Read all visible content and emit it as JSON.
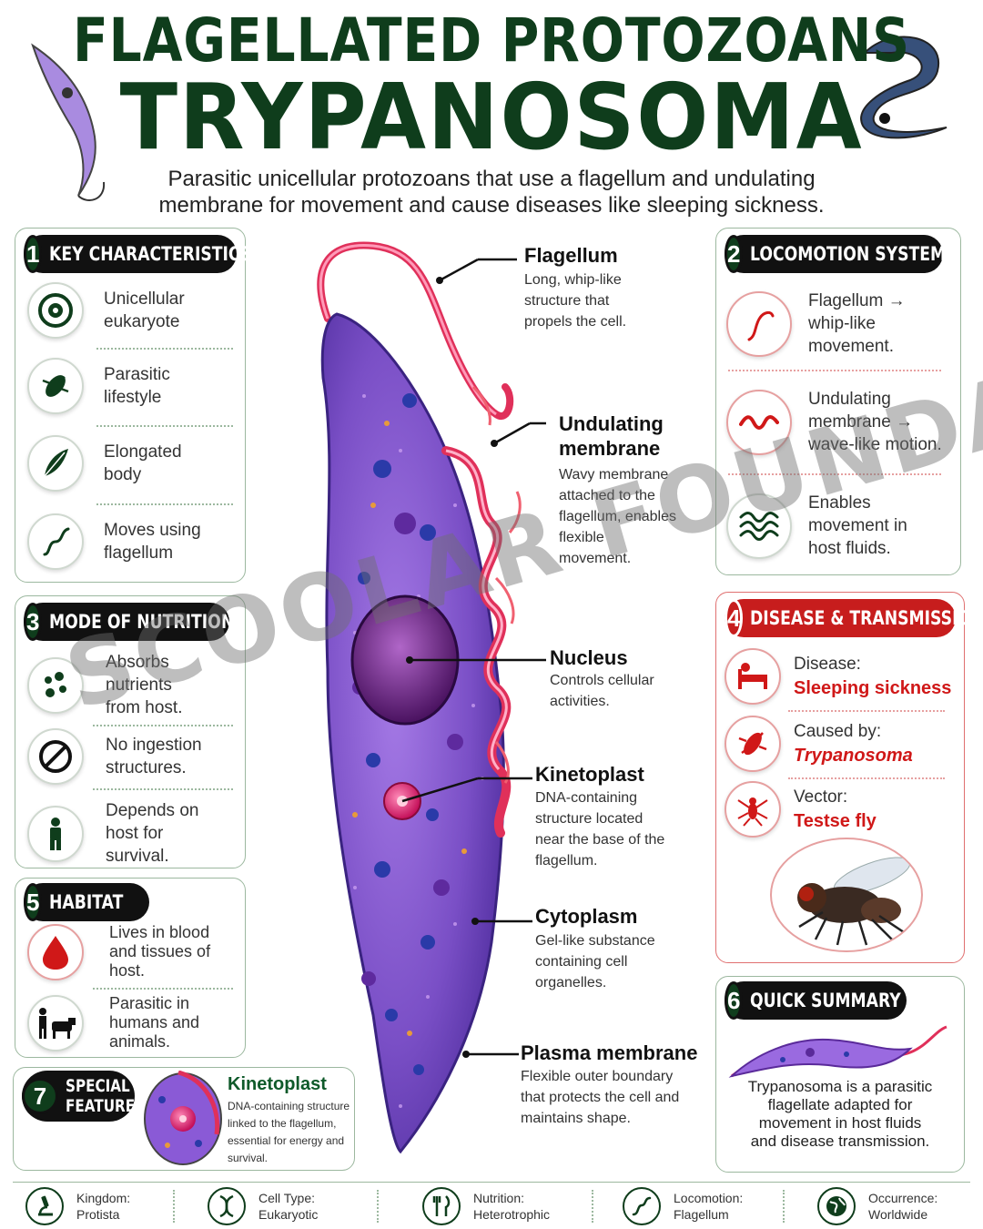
{
  "header": {
    "title_line1": "FLAGELLATED PROTOZOANS",
    "title_line2": "TRYPANOSOMA",
    "subtitle": "Parasitic unicellular protozoans that use a flagellum and undulating membrane for movement and cause diseases like sleeping sickness."
  },
  "sections": {
    "key": {
      "number": "1",
      "title": "KEY CHARACTERISTICS",
      "items": [
        {
          "text": "Unicellular eukaryote",
          "icon": "cell-icon"
        },
        {
          "text": "Parasitic lifestyle",
          "icon": "parasite-icon"
        },
        {
          "text": "Elongated body",
          "icon": "leaf-shape-icon"
        },
        {
          "text": "Moves using flagellum",
          "icon": "wave-icon"
        }
      ]
    },
    "locomotion": {
      "number": "2",
      "title": "LOCOMOTION SYSTEM",
      "items": [
        {
          "text": "Flagellum → whip-like movement.",
          "icon": "whip-icon"
        },
        {
          "text": "Undulating membrane → wave-like motion.",
          "icon": "wavy-line-icon"
        },
        {
          "text": "Enables movement in host fluids.",
          "icon": "fluid-waves-icon"
        }
      ]
    },
    "nutrition": {
      "number": "3",
      "title": "MODE OF NUTRITION",
      "items": [
        {
          "text": "Absorbs nutrients from host.",
          "icon": "nutrient-dots-icon"
        },
        {
          "text": "No ingestion structures.",
          "icon": "no-sign-icon"
        },
        {
          "text": "Depends on host for survival.",
          "icon": "person-icon"
        }
      ]
    },
    "disease": {
      "number": "4",
      "title": "DISEASE & TRANSMISSION",
      "items": [
        {
          "label": "Disease:",
          "value": "Sleeping sickness",
          "icon": "patient-bed-icon"
        },
        {
          "label": "Caused by:",
          "value": "Trypanosoma",
          "icon": "pathogen-icon"
        },
        {
          "label": "Vector:",
          "value": "Testse fly",
          "icon": "mosquito-icon"
        }
      ]
    },
    "habitat": {
      "number": "5",
      "title": "HABITAT",
      "items": [
        {
          "text": "Lives in blood and tissues of host.",
          "icon": "blood-drop-icon"
        },
        {
          "text": "Parasitic in humans and animals.",
          "icon": "human-cow-icon"
        }
      ]
    },
    "summary": {
      "number": "6",
      "title": "QUICK SUMMARY",
      "text": "Trypanosoma is a parasitic flagellate adapted for movement in host fluids and disease transmission."
    },
    "special": {
      "number": "7",
      "title_line1": "SPECIAL",
      "title_line2": "FEATURE",
      "feature_title": "Kinetoplast",
      "feature_desc": "DNA-containing structure linked to the flagellum, essential for energy and survival."
    }
  },
  "diagram_labels": [
    {
      "title": "Flagellum",
      "desc": "Long, whip-like structure that propels the cell."
    },
    {
      "title": "Undulating membrane",
      "desc": "Wavy membrane attached to the flagellum, enables flexible movement."
    },
    {
      "title": "Nucleus",
      "desc": "Controls cellular activities."
    },
    {
      "title": "Kinetoplast",
      "desc": "DNA-containing structure located near the base of the flagellum."
    },
    {
      "title": "Cytoplasm",
      "desc": "Gel-like substance containing cell organelles."
    },
    {
      "title": "Plasma membrane",
      "desc": "Flexible outer boundary that protects the cell and maintains shape."
    }
  ],
  "footer": [
    {
      "label": "Kingdom:",
      "value": "Protista",
      "icon": "microscope-icon"
    },
    {
      "label": "Cell Type:",
      "value": "Eukaryotic",
      "icon": "dna-icon"
    },
    {
      "label": "Nutrition:",
      "value": "Heterotrophic",
      "icon": "fork-knife-icon"
    },
    {
      "label": "Locomotion:",
      "value": "Flagellum",
      "icon": "squiggle-icon"
    },
    {
      "label": "Occurrence:",
      "value": "Worldwide",
      "icon": "globe-icon"
    }
  ],
  "watermark": "SCOOLAR FOUNDATION",
  "colors": {
    "title_green": "#0f3d1c",
    "accent_red": "#c71d1d",
    "cell_purple": "#7a4fc6",
    "membrane_pink": "#e0305a"
  }
}
